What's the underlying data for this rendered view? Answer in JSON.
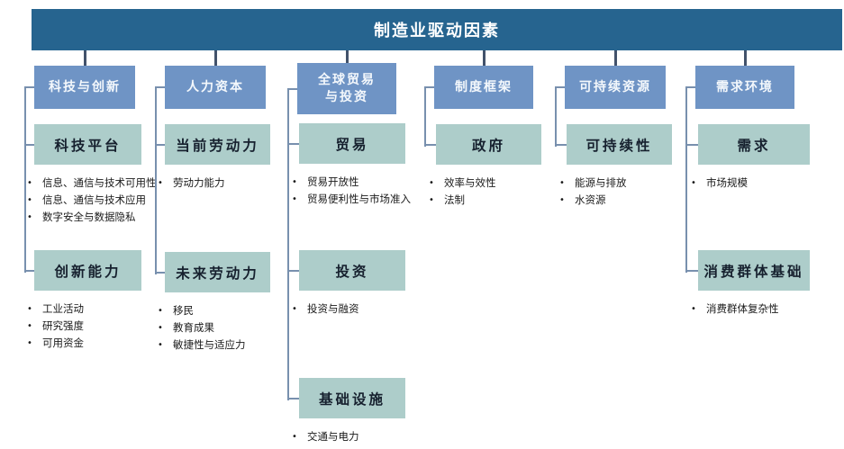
{
  "banner": {
    "title": "制造业驱动因素"
  },
  "colors": {
    "banner_bg": "#26648f",
    "header_bg": "#6f94c5",
    "group_bg": "#adcdca",
    "connector": "#7890ae",
    "drop_line": "#42526b"
  },
  "columns": [
    {
      "header": "科技与创新",
      "groups": [
        {
          "title": "科技平台",
          "bullets": [
            "信息、通信与技术可用性",
            "信息、通信与技术应用",
            "数字安全与数据隐私"
          ]
        },
        {
          "title": "创新能力",
          "bullets": [
            "工业活动",
            "研究强度",
            "可用资金"
          ]
        }
      ]
    },
    {
      "header": "人力资本",
      "groups": [
        {
          "title": "当前劳动力",
          "bullets": [
            "劳动力能力"
          ]
        },
        {
          "title": "未来劳动力",
          "bullets": [
            "移民",
            "教育成果",
            "敏捷性与适应力"
          ]
        }
      ]
    },
    {
      "header": "全球贸易\n与投资",
      "groups": [
        {
          "title": "贸易",
          "bullets": [
            "贸易开放性",
            "贸易便利性与市场准入"
          ]
        },
        {
          "title": "投资",
          "bullets": [
            "投资与融资"
          ]
        },
        {
          "title": "基础设施",
          "bullets": [
            "交通与电力"
          ]
        }
      ]
    },
    {
      "header": "制度框架",
      "groups": [
        {
          "title": "政府",
          "bullets": [
            "效率与效性",
            "法制"
          ]
        }
      ]
    },
    {
      "header": "可持续资源",
      "groups": [
        {
          "title": "可持续性",
          "bullets": [
            "能源与排放",
            "水资源"
          ]
        }
      ]
    },
    {
      "header": "需求环境",
      "groups": [
        {
          "title": "需求",
          "bullets": [
            "市场规模"
          ]
        },
        {
          "title": "消费群体基础",
          "bullets": [
            "消费群体复杂性"
          ]
        }
      ]
    }
  ]
}
